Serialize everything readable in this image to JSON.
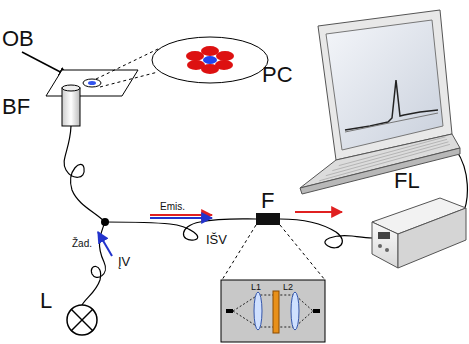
{
  "diagram": {
    "labels": [
      "OB",
      "BF",
      "PC",
      "FL",
      "F",
      "L",
      "ĮV",
      "IŠV",
      "Emis.",
      "Žad.",
      "L1",
      "L2"
    ]
  }
}
